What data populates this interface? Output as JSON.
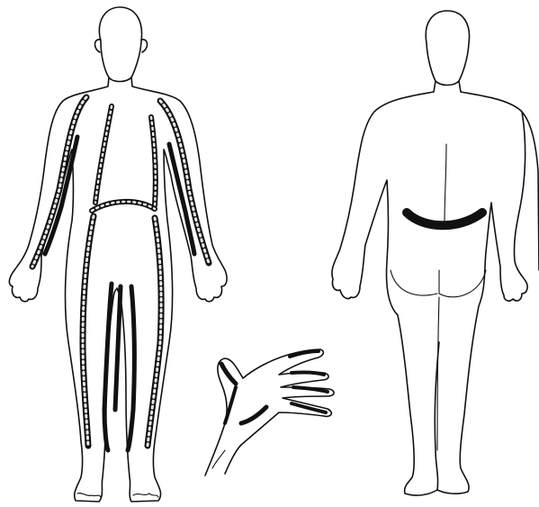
{
  "figure": {
    "views": [
      {
        "id": "front",
        "description_name": "front-body-view"
      },
      {
        "id": "back",
        "description_name": "back-body-view"
      },
      {
        "id": "hand",
        "description_name": "hand-view"
      }
    ],
    "colors": {
      "outline": "#111111",
      "background": "#ffffff",
      "shading": "#111111"
    }
  }
}
